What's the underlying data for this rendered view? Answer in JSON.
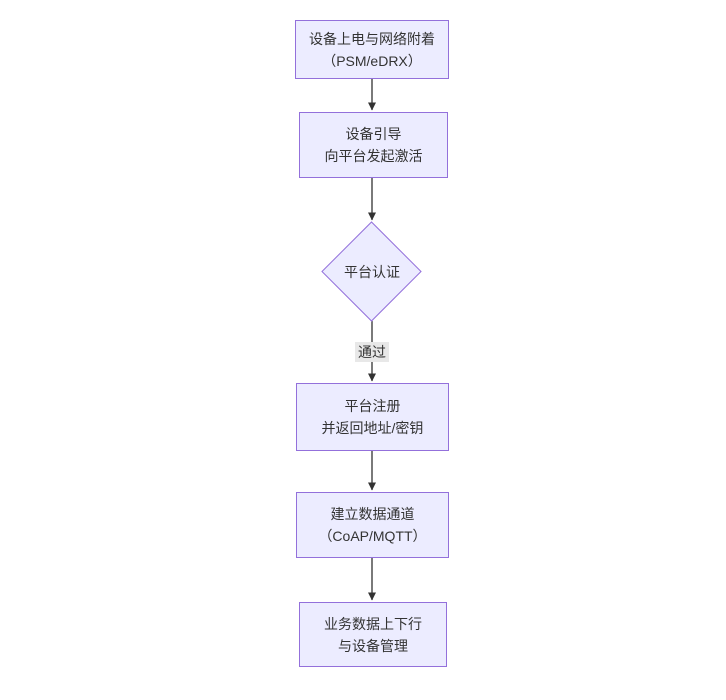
{
  "diagram": {
    "type": "flowchart",
    "direction": "top-down",
    "background": "#ffffff",
    "colors": {
      "node_fill": "#ECECFF",
      "node_border": "#9370DB",
      "text": "#333333",
      "arrow": "#333333",
      "edge_label_bg": "#e8e8e8"
    },
    "nodes": [
      {
        "shape": "rect",
        "lines": [
          "设备上电与网络附着",
          "（PSM/eDRX）"
        ]
      },
      {
        "shape": "rect",
        "lines": [
          "设备引导",
          "向平台发起激活"
        ]
      },
      {
        "shape": "diamond",
        "lines": [
          "平台认证"
        ]
      },
      {
        "shape": "rect",
        "lines": [
          "平台注册",
          "并返回地址/密钥"
        ]
      },
      {
        "shape": "rect",
        "lines": [
          "建立数据通道",
          "（CoAP/MQTT）"
        ]
      },
      {
        "shape": "rect",
        "lines": [
          "业务数据上下行",
          "与设备管理"
        ]
      }
    ],
    "edges": [
      {
        "from": 0,
        "to": 1,
        "label": ""
      },
      {
        "from": 1,
        "to": 2,
        "label": ""
      },
      {
        "from": 2,
        "to": 3,
        "label": "通过"
      },
      {
        "from": 3,
        "to": 4,
        "label": ""
      },
      {
        "from": 4,
        "to": 5,
        "label": ""
      }
    ]
  }
}
